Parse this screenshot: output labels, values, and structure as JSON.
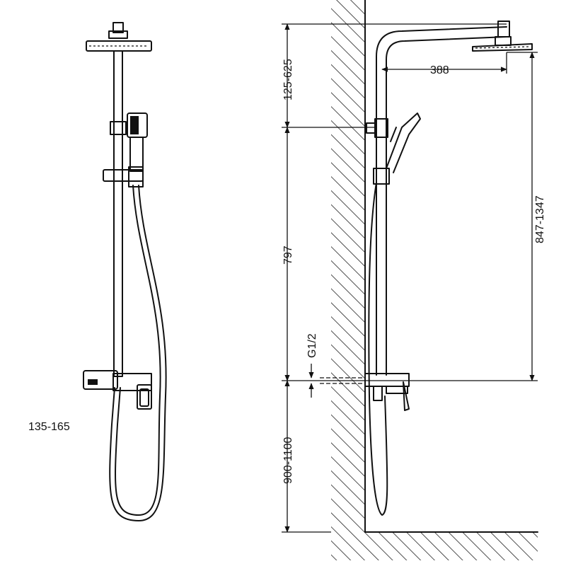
{
  "drawing": {
    "front_view": {
      "label": "135-165"
    },
    "side_view": {
      "dimensions": {
        "arm_reach": "388",
        "top_adjust": "125-625",
        "column_length": "797",
        "mount_height": "900-1100",
        "overall_adjust": "847-1347",
        "thread": "G1/2"
      }
    }
  }
}
